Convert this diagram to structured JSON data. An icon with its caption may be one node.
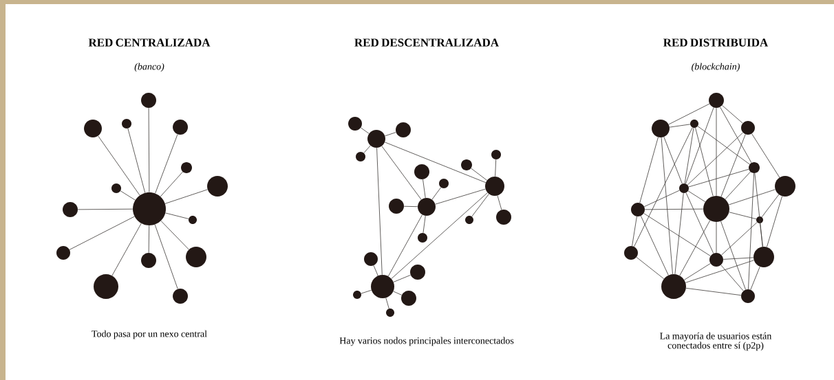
{
  "diagram": {
    "nodes": [
      {
        "text": [],
        "shape": "circle"
      },
      {
        "text": [],
        "shape": "circle"
      },
      {
        "text": [],
        "shape": "circle"
      },
      {
        "text": [],
        "shape": "circle"
      },
      {
        "text": [],
        "shape": "circle"
      },
      {
        "text": [],
        "shape": "circle"
      },
      {
        "text": [],
        "shape": "circle"
      },
      {
        "text": [],
        "shape": "circle"
      },
      {
        "text": [],
        "shape": "circle"
      },
      {
        "text": [],
        "shape": "circle"
      },
      {
        "text": [],
        "shape": "circle"
      },
      {
        "text": [],
        "shape": "circle"
      },
      {
        "text": [],
        "shape": "circle"
      },
      {
        "text": [],
        "shape": "circle"
      },
      {
        "text": [],
        "shape": "circle"
      },
      {
        "text": [],
        "shape": "circle"
      },
      {
        "text": [],
        "shape": "circle"
      },
      {
        "text": [],
        "shape": "circle"
      },
      {
        "text": [],
        "shape": "circle"
      },
      {
        "text": [],
        "shape": "circle"
      },
      {
        "text": [],
        "shape": "circle"
      },
      {
        "text": [],
        "shape": "circle"
      },
      {
        "text": [],
        "shape": "circle"
      },
      {
        "text": [],
        "shape": "circle"
      },
      {
        "text": [],
        "shape": "circle"
      },
      {
        "text": [],
        "shape": "circle"
      },
      {
        "text": [],
        "shape": "circle"
      },
      {
        "text": [],
        "shape": "circle"
      },
      {
        "text": [],
        "shape": "circle"
      },
      {
        "text": [],
        "shape": "circle"
      },
      {
        "text": [],
        "shape": "circle"
      },
      {
        "text": [],
        "shape": "circle"
      },
      {
        "text": [],
        "shape": "circle"
      },
      {
        "text": [],
        "shape": "circle"
      },
      {
        "text": [],
        "shape": "circle"
      },
      {
        "text": [],
        "shape": "circle"
      },
      {
        "text": [],
        "shape": "circle"
      },
      {
        "text": [],
        "shape": "circle"
      },
      {
        "text": [],
        "shape": "circle"
      },
      {
        "text": [],
        "shape": "circle"
      },
      {
        "text": [],
        "shape": "circle"
      },
      {
        "text": [],
        "shape": "circle"
      },
      {
        "text": [],
        "shape": "circle"
      },
      {
        "text": [],
        "shape": "circle"
      },
      {
        "text": [],
        "shape": "circle"
      },
      {
        "text": [],
        "shape": "circle"
      },
      {
        "text": [],
        "shape": "circle"
      },
      {
        "text": [],
        "shape": "circle"
      },
      {
        "text": [],
        "shape": "circle"
      },
      {
        "text": [],
        "shape": "circle"
      }
    ],
    "edges": [
      {
        "from": 0,
        "to": 1,
        "arrow": "none"
      },
      {
        "from": 0,
        "to": 2,
        "arrow": "none"
      },
      {
        "from": 0,
        "to": 3,
        "arrow": "none"
      },
      {
        "from": 0,
        "to": 4,
        "arrow": "none"
      },
      {
        "from": 0,
        "to": 5,
        "arrow": "none"
      },
      {
        "from": 0,
        "to": 6,
        "arrow": "none"
      },
      {
        "from": 0,
        "to": 7,
        "arrow": "none"
      },
      {
        "from": 0,
        "to": 8,
        "arrow": "none"
      },
      {
        "from": 0,
        "to": 9,
        "arrow": "none"
      },
      {
        "from": 0,
        "to": 10,
        "arrow": "none"
      },
      {
        "from": 0,
        "to": 11,
        "arrow": "none"
      },
      {
        "from": 0,
        "to": 12,
        "arrow": "none"
      },
      {
        "from": 0,
        "to": 13,
        "arrow": "none"
      },
      {
        "from": 0,
        "to": 14,
        "arrow": "none"
      },
      {
        "from": 15,
        "to": 16,
        "arrow": "none"
      },
      {
        "from": 15,
        "to": 17,
        "arrow": "none"
      },
      {
        "from": 15,
        "to": 18,
        "arrow": "none"
      },
      {
        "from": 19,
        "to": 20,
        "arrow": "none"
      },
      {
        "from": 19,
        "to": 21,
        "arrow": "none"
      },
      {
        "from": 19,
        "to": 22,
        "arrow": "none"
      },
      {
        "from": 19,
        "to": 23,
        "arrow": "none"
      },
      {
        "from": 24,
        "to": 25,
        "arrow": "none"
      },
      {
        "from": 24,
        "to": 26,
        "arrow": "none"
      },
      {
        "from": 24,
        "to": 27,
        "arrow": "none"
      },
      {
        "from": 24,
        "to": 28,
        "arrow": "none"
      },
      {
        "from": 29,
        "to": 30,
        "arrow": "none"
      },
      {
        "from": 29,
        "to": 31,
        "arrow": "none"
      },
      {
        "from": 29,
        "to": 32,
        "arrow": "none"
      },
      {
        "from": 29,
        "to": 33,
        "arrow": "none"
      },
      {
        "from": 29,
        "to": 34,
        "arrow": "none"
      },
      {
        "from": 15,
        "to": 19,
        "arrow": "none"
      },
      {
        "from": 15,
        "to": 24,
        "arrow": "none"
      },
      {
        "from": 15,
        "to": 29,
        "arrow": "none"
      },
      {
        "from": 24,
        "to": 19,
        "arrow": "none"
      },
      {
        "from": 24,
        "to": 29,
        "arrow": "none"
      },
      {
        "from": 29,
        "to": 19,
        "arrow": "none"
      },
      {
        "from": 35,
        "to": 36,
        "arrow": "none"
      },
      {
        "from": 35,
        "to": 41,
        "arrow": "none"
      },
      {
        "from": 35,
        "to": 43,
        "arrow": "none"
      },
      {
        "from": 35,
        "to": 38,
        "arrow": "none"
      },
      {
        "from": 35,
        "to": 39,
        "arrow": "none"
      },
      {
        "from": 36,
        "to": 37,
        "arrow": "none"
      },
      {
        "from": 36,
        "to": 42,
        "arrow": "none"
      },
      {
        "from": 36,
        "to": 48,
        "arrow": "none"
      },
      {
        "from": 36,
        "to": 41,
        "arrow": "none"
      },
      {
        "from": 37,
        "to": 39,
        "arrow": "none"
      },
      {
        "from": 37,
        "to": 41,
        "arrow": "none"
      },
      {
        "from": 37,
        "to": 45,
        "arrow": "none"
      },
      {
        "from": 37,
        "to": 43,
        "arrow": "none"
      },
      {
        "from": 38,
        "to": 41,
        "arrow": "none"
      },
      {
        "from": 38,
        "to": 43,
        "arrow": "none"
      },
      {
        "from": 38,
        "to": 40,
        "arrow": "none"
      },
      {
        "from": 39,
        "to": 47,
        "arrow": "none"
      },
      {
        "from": 39,
        "to": 49,
        "arrow": "none"
      },
      {
        "from": 39,
        "to": 43,
        "arrow": "none"
      },
      {
        "from": 39,
        "to": 41,
        "arrow": "none"
      },
      {
        "from": 40,
        "to": 43,
        "arrow": "none"
      },
      {
        "from": 40,
        "to": 44,
        "arrow": "none"
      },
      {
        "from": 40,
        "to": 47,
        "arrow": "none"
      },
      {
        "from": 41,
        "to": 42,
        "arrow": "none"
      },
      {
        "from": 41,
        "to": 43,
        "arrow": "none"
      },
      {
        "from": 41,
        "to": 46,
        "arrow": "none"
      },
      {
        "from": 41,
        "to": 48,
        "arrow": "none"
      },
      {
        "from": 42,
        "to": 43,
        "arrow": "none"
      },
      {
        "from": 42,
        "to": 45,
        "arrow": "none"
      },
      {
        "from": 42,
        "to": 48,
        "arrow": "none"
      },
      {
        "from": 42,
        "to": 46,
        "arrow": "none"
      },
      {
        "from": 43,
        "to": 44,
        "arrow": "none"
      },
      {
        "from": 43,
        "to": 46,
        "arrow": "none"
      },
      {
        "from": 43,
        "to": 48,
        "arrow": "none"
      },
      {
        "from": 43,
        "to": 49,
        "arrow": "none"
      },
      {
        "from": 44,
        "to": 46,
        "arrow": "none"
      },
      {
        "from": 44,
        "to": 47,
        "arrow": "none"
      },
      {
        "from": 45,
        "to": 48,
        "arrow": "none"
      },
      {
        "from": 46,
        "to": 47,
        "arrow": "none"
      },
      {
        "from": 46,
        "to": 49,
        "arrow": "none"
      },
      {
        "from": 46,
        "to": 48,
        "arrow": "none"
      },
      {
        "from": 47,
        "to": 48,
        "arrow": "none"
      },
      {
        "from": 47,
        "to": 49,
        "arrow": "none"
      },
      {
        "from": 48,
        "to": 49,
        "arrow": "none"
      }
    ],
    "labels": [
      "RED CENTRALIZADA",
      "RED DESCENTRALIZADA",
      "RED DISTRIBUIDA",
      "(banco)",
      "(blockchain)",
      "Todo pasa por un nexo central",
      "Hay varios nodos principales interconectados",
      "La mayoría de usuarios están conectados entre sí (p2p)"
    ]
  }
}
